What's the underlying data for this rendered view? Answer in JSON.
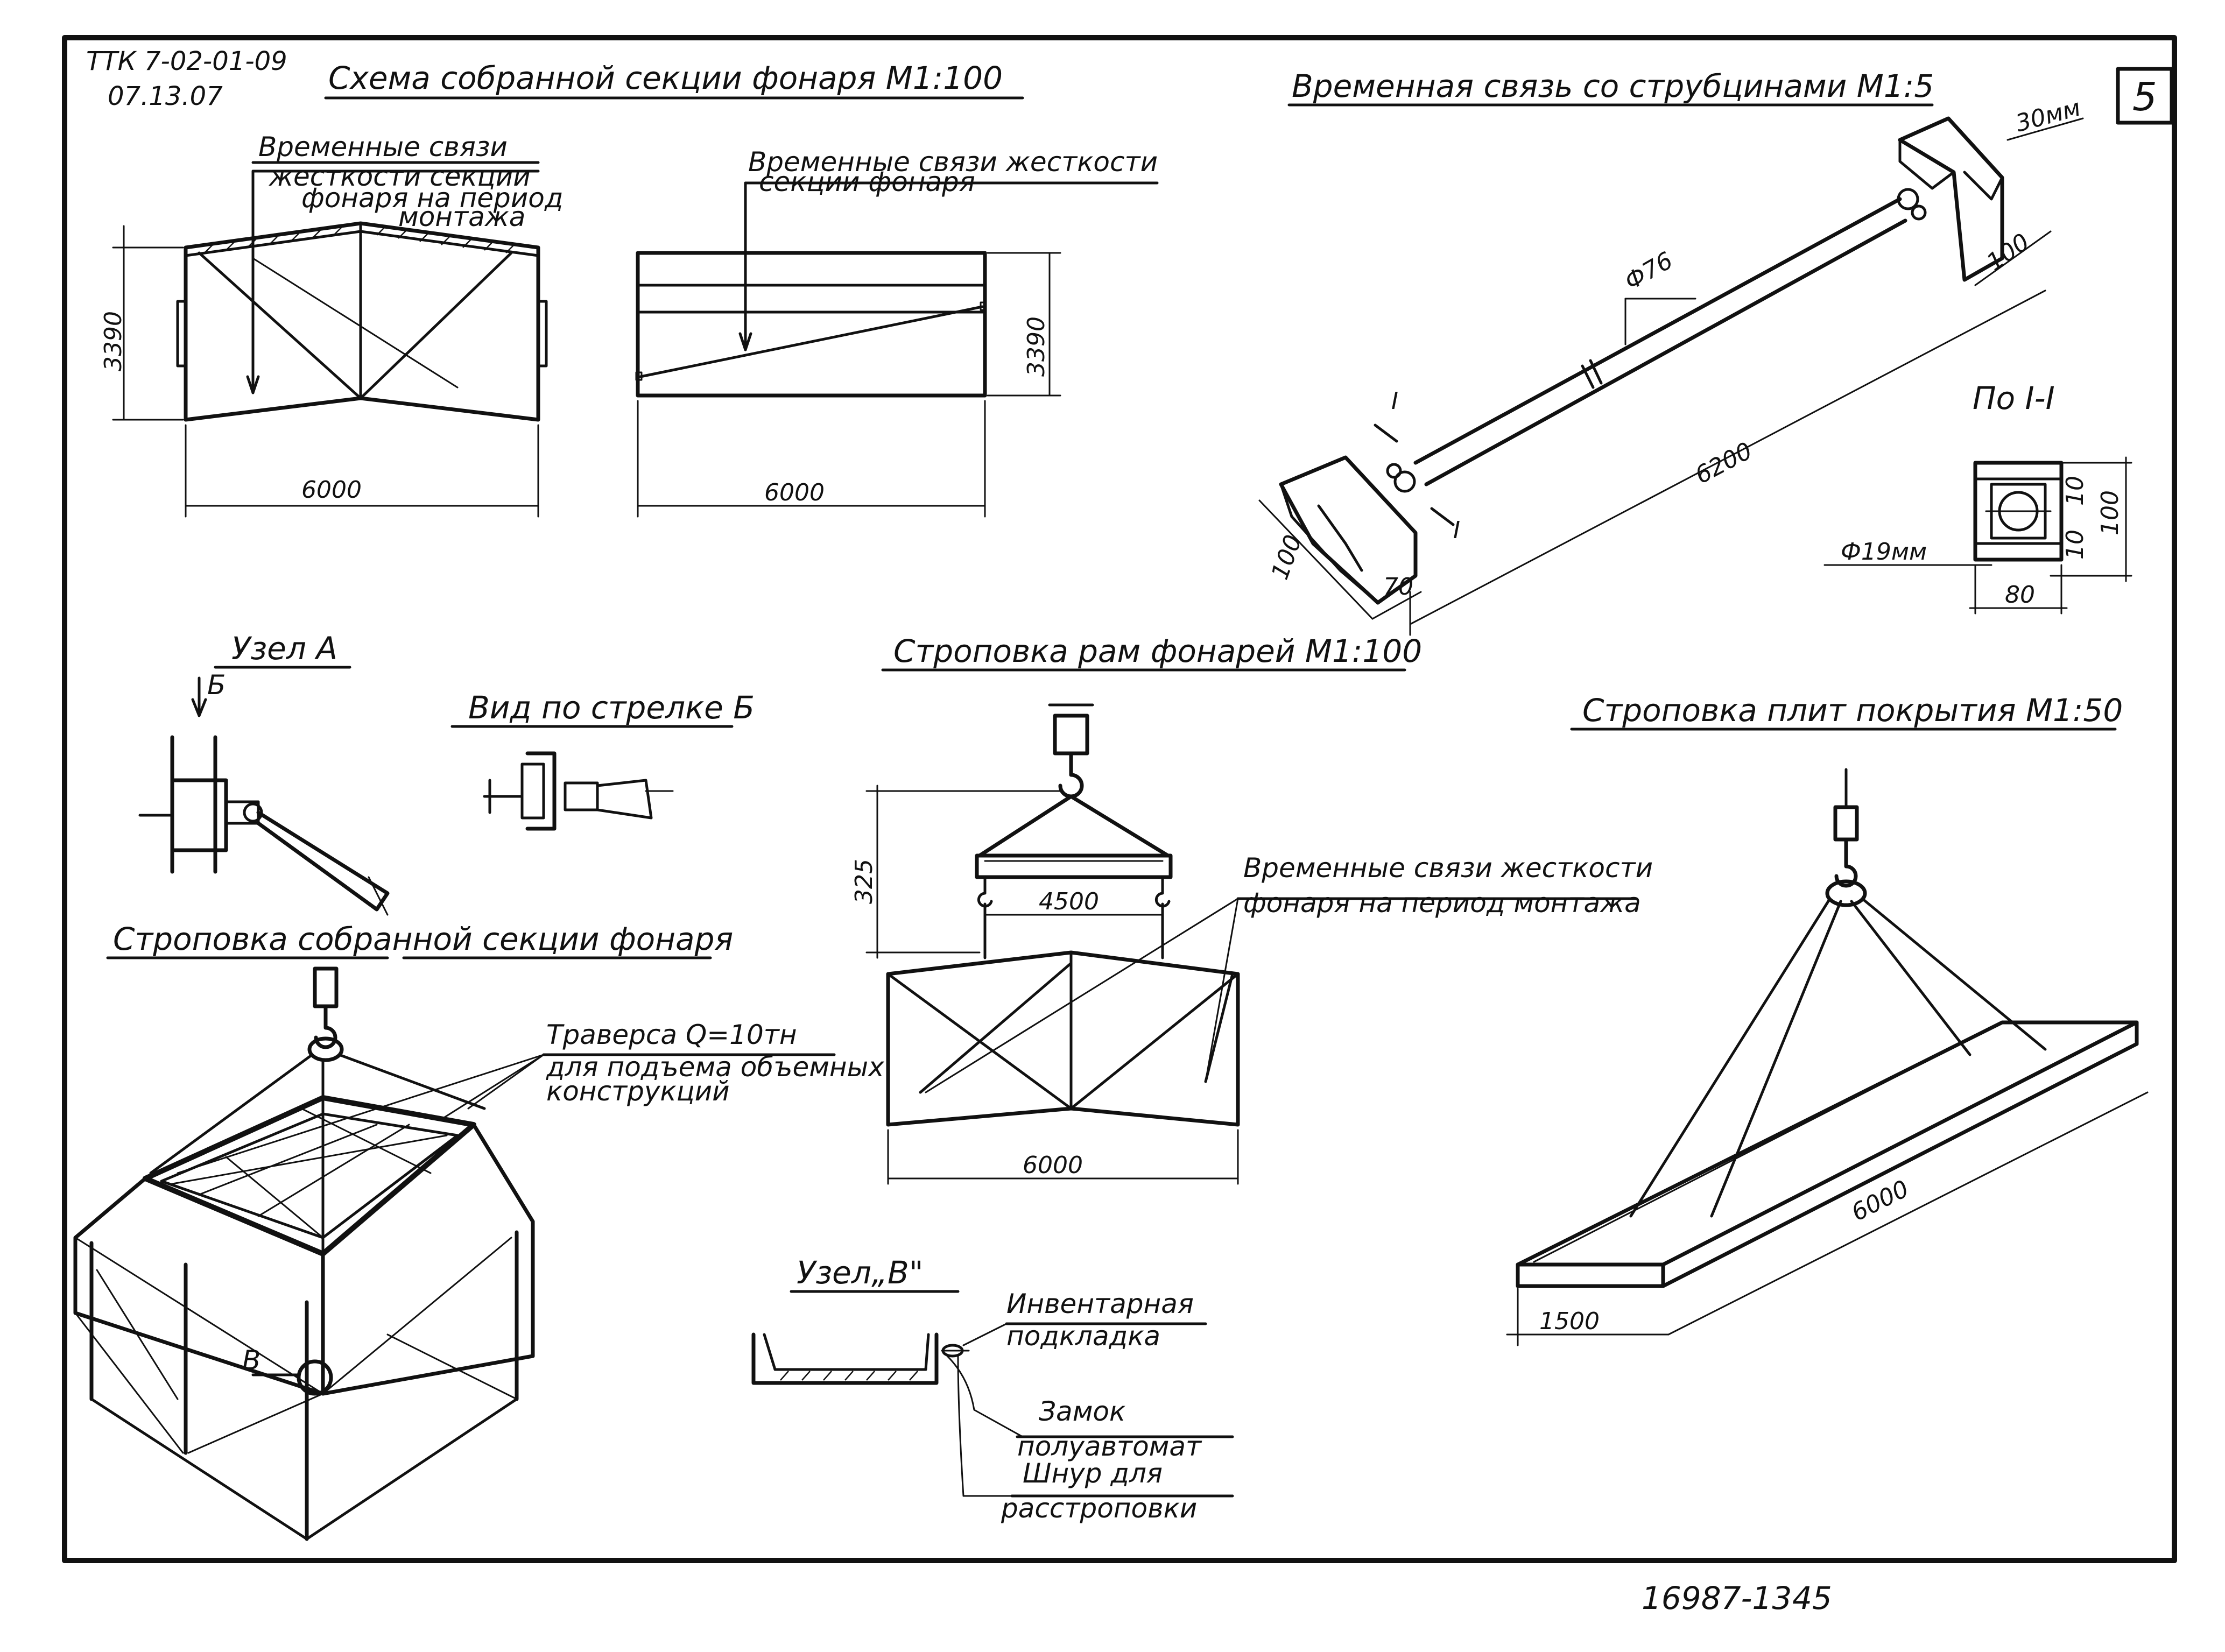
{
  "sheet": {
    "code_line1": "ТТК 7-02-01-09",
    "code_line2": "07.13.07",
    "sheet_number": "5",
    "footer_stamp": "16987-13",
    "footer_page": "45"
  },
  "section_scheme": {
    "title": "Схема собранной секции фонаря М1:100",
    "callout_left_line1": "Временные связи",
    "callout_left_line2": "жесткости секции",
    "callout_left_line3": "фонаря на период",
    "callout_left_line4": "монтажа",
    "callout_right_line1": "Временные связи жесткости",
    "callout_right_line2": "секции фонаря",
    "dim_height_left": "3390",
    "dim_width_left": "6000",
    "dim_height_right": "3390",
    "dim_width_right": "6000"
  },
  "temp_brace": {
    "title": "Временная связь со струбцинами М1:5",
    "dim_30": "30мм",
    "dim_100_top": "100",
    "dim_diameter": "Ф76",
    "dim_length": "6200",
    "dim_100_left": "100",
    "dim_70": "70",
    "section_mark": "I",
    "section_title": "По I-I",
    "dim_bolt": "Ф19мм",
    "dim_10a": "10",
    "dim_100_side": "100",
    "dim_10b": "10",
    "dim_80": "80"
  },
  "node_a": {
    "title": "Узел А",
    "arrow_label": "Б"
  },
  "view_b": {
    "title": "Вид по стрелке Б"
  },
  "frame_slinging": {
    "title": "Строповка рам фонарей М1:100",
    "dim_325": "325",
    "dim_4500": "4500",
    "dim_6000": "6000",
    "callout_line1": "Временные связи жесткости",
    "callout_line2": "фонаря на период монтажа"
  },
  "slab_slinging": {
    "title": "Строповка плит покрытия М1:50",
    "dim_length": "6000",
    "dim_width": "1500"
  },
  "assembled_slinging": {
    "title": "Строповка собранной секции фонаря",
    "traverse_line1": "Траверса Q=10тн",
    "traverse_line2": "для подъема объемных",
    "traverse_line3": "конструкций",
    "node_label": "В"
  },
  "node_v": {
    "title": "Узел„В\"",
    "label_pad_line1": "Инвентарная",
    "label_pad_line2": "подкладка",
    "label_lock_line1": "Замок",
    "label_lock_line2": "полуавтомат",
    "label_cord_line1": "Шнур для",
    "label_cord_line2": "расстроповки"
  }
}
